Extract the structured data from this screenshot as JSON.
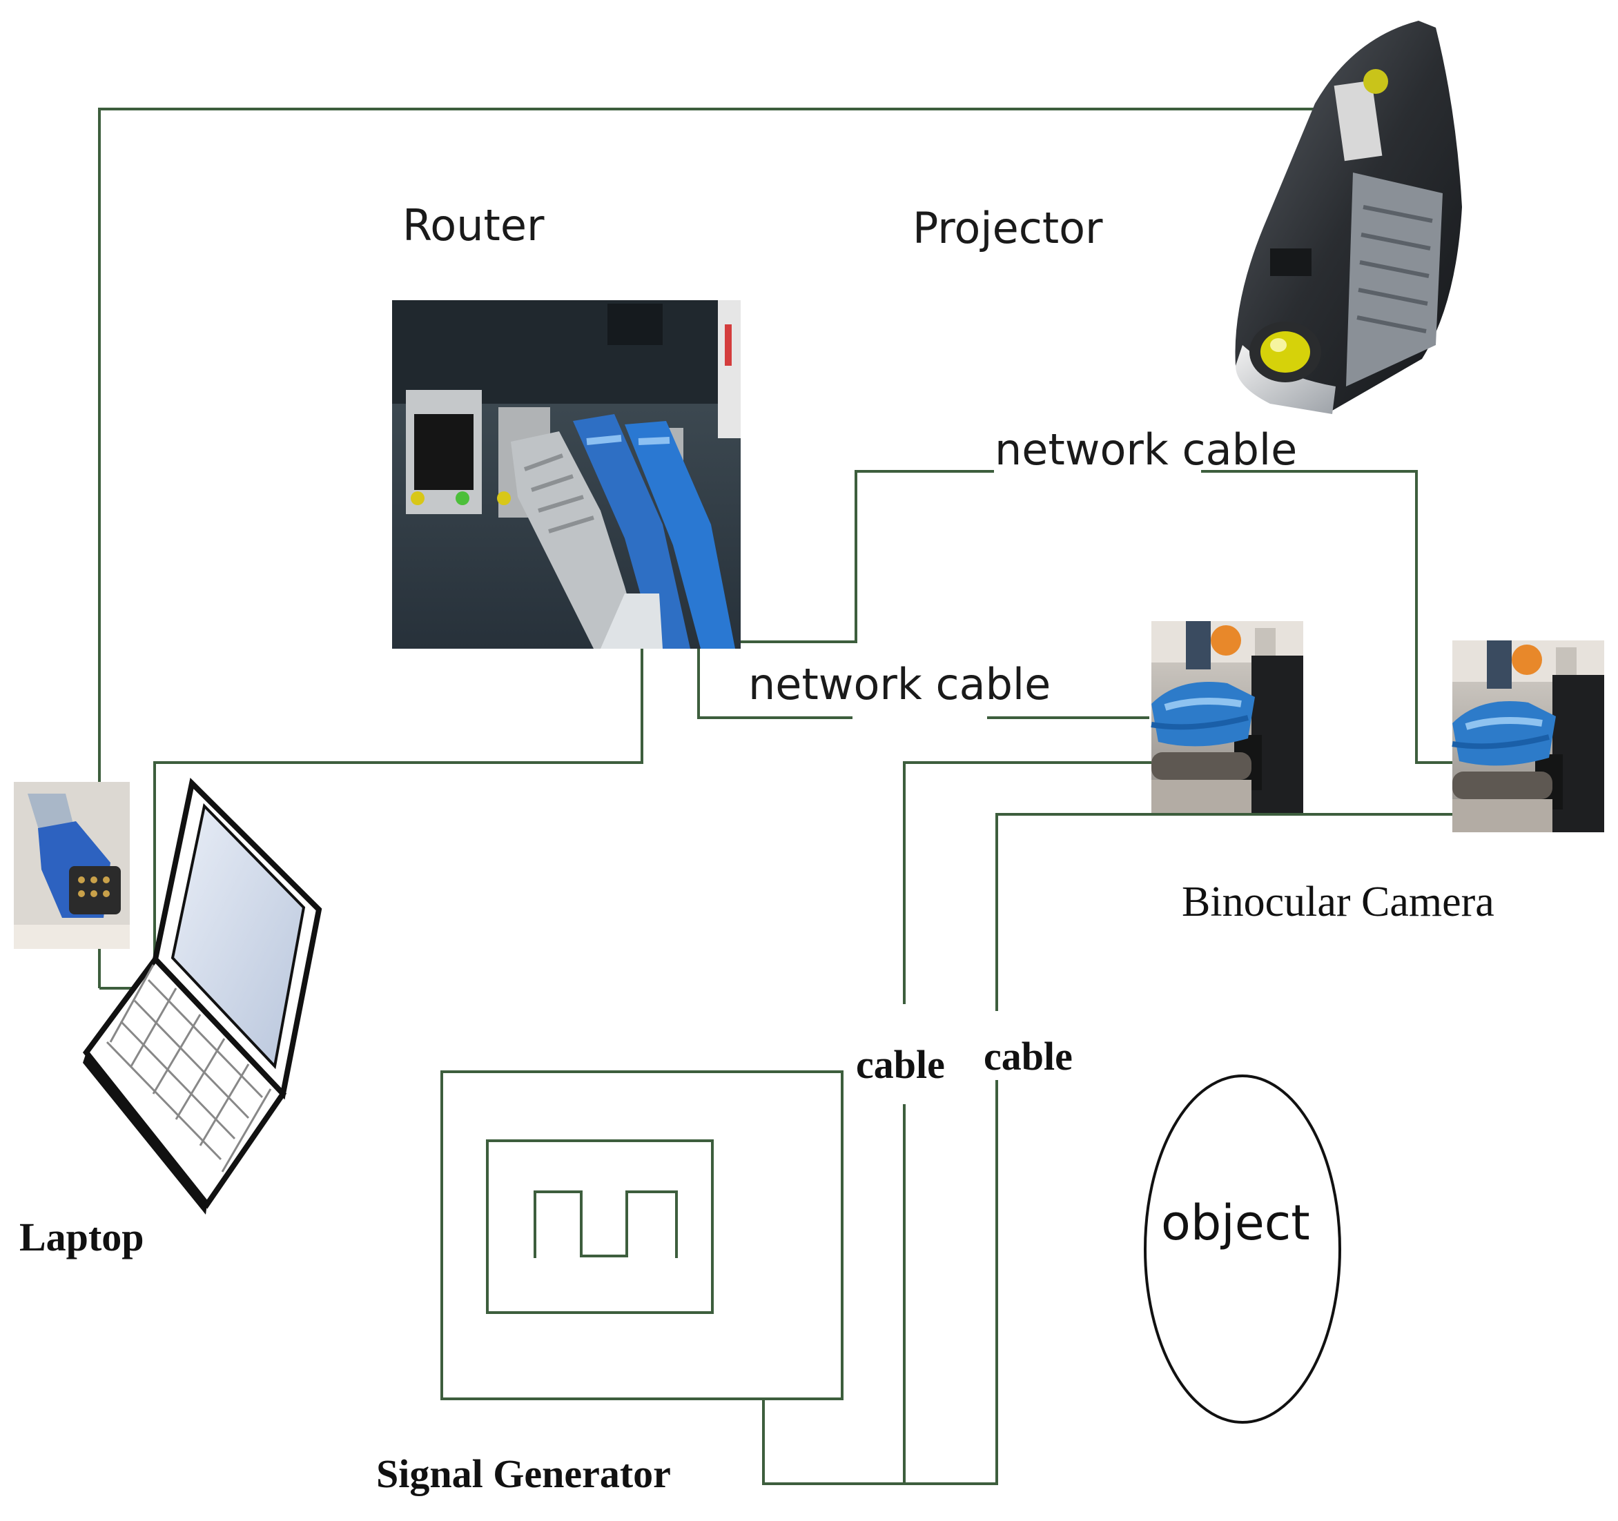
{
  "colors": {
    "wire": "#3d5e3d",
    "outline": "#1a1a1a",
    "background": "#ffffff",
    "connector_blue": "#2e6fc4",
    "cable_grey": "#c8ccd0",
    "device_dark": "#2b3338",
    "lens_yellow": "#d6d20a"
  },
  "labels": {
    "router": "Router",
    "projector": "Projector",
    "network_cable_top": "network cable",
    "network_cable_mid": "network cable",
    "binocular_camera": "Binocular Camera",
    "laptop": "Laptop",
    "cable_left": "cable",
    "cable_right": "cable",
    "signal_generator": "Signal Generator",
    "object": "object"
  },
  "components": [
    {
      "id": "router",
      "icon": "router-photo-icon"
    },
    {
      "id": "projector",
      "icon": "projector-icon"
    },
    {
      "id": "laptop",
      "icon": "laptop-icon"
    },
    {
      "id": "vga_connector",
      "icon": "vga-connector-icon"
    },
    {
      "id": "camera_left",
      "icon": "camera-photo-icon"
    },
    {
      "id": "camera_right",
      "icon": "camera-photo-icon"
    },
    {
      "id": "signal_generator",
      "icon": "square-wave-icon"
    },
    {
      "id": "object",
      "icon": "ellipse-outline"
    }
  ],
  "connections": [
    {
      "from": "laptop",
      "to": "projector",
      "label": ""
    },
    {
      "from": "router",
      "to": "laptop",
      "label": ""
    },
    {
      "from": "router",
      "to": "camera_right",
      "label": "network cable"
    },
    {
      "from": "router",
      "to": "camera_left",
      "label": "network cable"
    },
    {
      "from": "camera_left",
      "to": "signal_generator",
      "label": "cable"
    },
    {
      "from": "camera_right",
      "to": "signal_generator",
      "label": "cable"
    }
  ]
}
